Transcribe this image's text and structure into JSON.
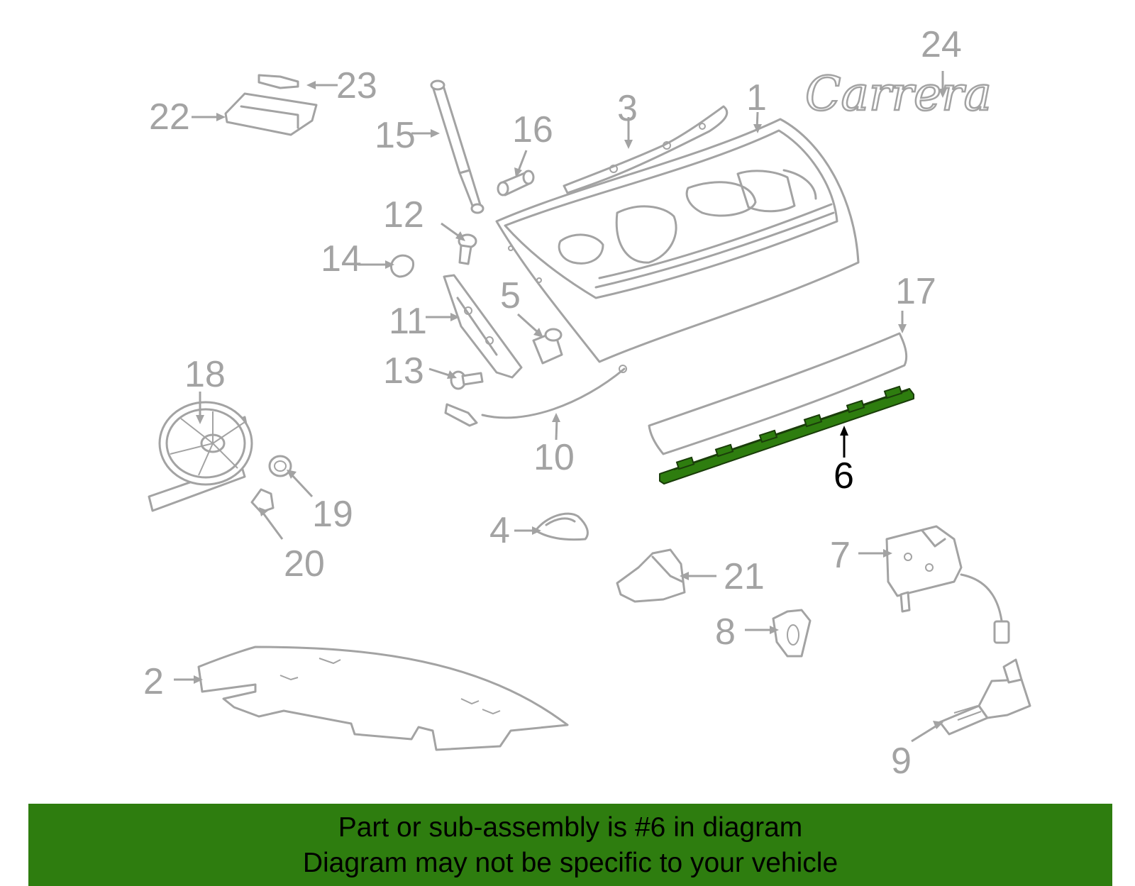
{
  "diagram": {
    "callouts": [
      {
        "id": "1",
        "label": "1",
        "highlighted": false
      },
      {
        "id": "2",
        "label": "2",
        "highlighted": false
      },
      {
        "id": "3",
        "label": "3",
        "highlighted": false
      },
      {
        "id": "4",
        "label": "4",
        "highlighted": false
      },
      {
        "id": "5",
        "label": "5",
        "highlighted": false
      },
      {
        "id": "6",
        "label": "6",
        "highlighted": true
      },
      {
        "id": "7",
        "label": "7",
        "highlighted": false
      },
      {
        "id": "8",
        "label": "8",
        "highlighted": false
      },
      {
        "id": "9",
        "label": "9",
        "highlighted": false
      },
      {
        "id": "10",
        "label": "10",
        "highlighted": false
      },
      {
        "id": "11",
        "label": "11",
        "highlighted": false
      },
      {
        "id": "12",
        "label": "12",
        "highlighted": false
      },
      {
        "id": "13",
        "label": "13",
        "highlighted": false
      },
      {
        "id": "14",
        "label": "14",
        "highlighted": false
      },
      {
        "id": "15",
        "label": "15",
        "highlighted": false
      },
      {
        "id": "16",
        "label": "16",
        "highlighted": false
      },
      {
        "id": "17",
        "label": "17",
        "highlighted": false
      },
      {
        "id": "18",
        "label": "18",
        "highlighted": false
      },
      {
        "id": "19",
        "label": "19",
        "highlighted": false
      },
      {
        "id": "20",
        "label": "20",
        "highlighted": false
      },
      {
        "id": "21",
        "label": "21",
        "highlighted": false
      },
      {
        "id": "22",
        "label": "22",
        "highlighted": false
      },
      {
        "id": "23",
        "label": "23",
        "highlighted": false
      },
      {
        "id": "24",
        "label": "24",
        "highlighted": false
      }
    ],
    "badge_text": "Carrera",
    "highlight_color": "#2e7d0f",
    "part_color": "#a3a3a3"
  },
  "banner": {
    "line1": "Part or sub-assembly is #6 in diagram",
    "line2": "Diagram may not be specific to your vehicle",
    "color": "#2e7d0f"
  }
}
